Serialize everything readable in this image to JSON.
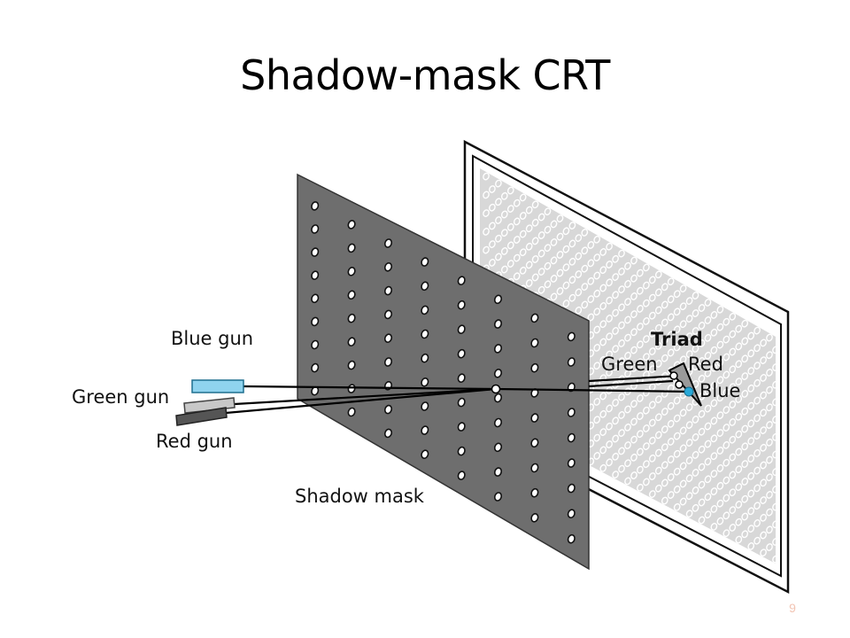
{
  "slide": {
    "title": "Shadow-mask CRT",
    "page_number": "9"
  },
  "colors": {
    "mask_fill": "#6e6e6e",
    "screen_fill": "#d8d8d8",
    "blue_gun": "#8fd3ee",
    "green_gun": "#c8c8c8",
    "red_gun": "#555555",
    "blue_dot": "#29a9d8",
    "page_number": "#f2c4b3"
  },
  "diagram": {
    "labels": {
      "blue_gun": "Blue gun",
      "green_gun": "Green gun",
      "red_gun": "Red gun",
      "shadow_mask": "Shadow mask",
      "triad": "Triad",
      "triad_green": "Green",
      "triad_red": "Red",
      "triad_blue": "Blue"
    }
  }
}
